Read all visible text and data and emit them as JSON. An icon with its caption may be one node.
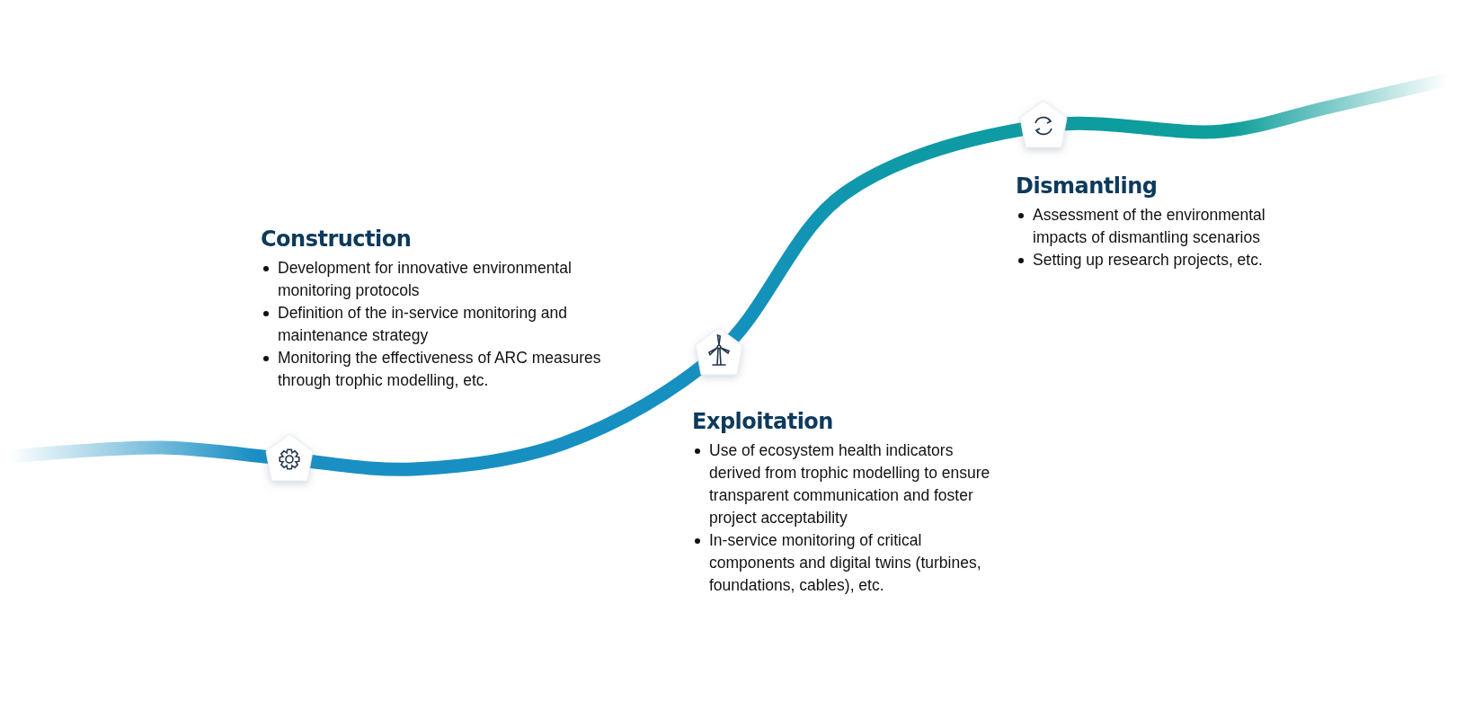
{
  "diagram": {
    "nodes": [
      {
        "text": [
          "Construction",
          "Development for innovative environmental monitoring protocols",
          "Definition of the in-service monitoring and maintenance strategy",
          "Monitoring the effectiveness of ARC measures through trophic modelling, etc."
        ]
      },
      {
        "text": [
          "Exploitation",
          "Use of ecosystem health indicators derived from trophic modelling to ensure transparent communication and foster project acceptability",
          "In-service monitoring of critical components and digital twins (turbines, foundations, cables), etc."
        ]
      },
      {
        "text": [
          "Dismantling",
          "Assessment of the environmental impacts of dismantling scenarios",
          "Setting up research projects, etc."
        ]
      }
    ]
  }
}
